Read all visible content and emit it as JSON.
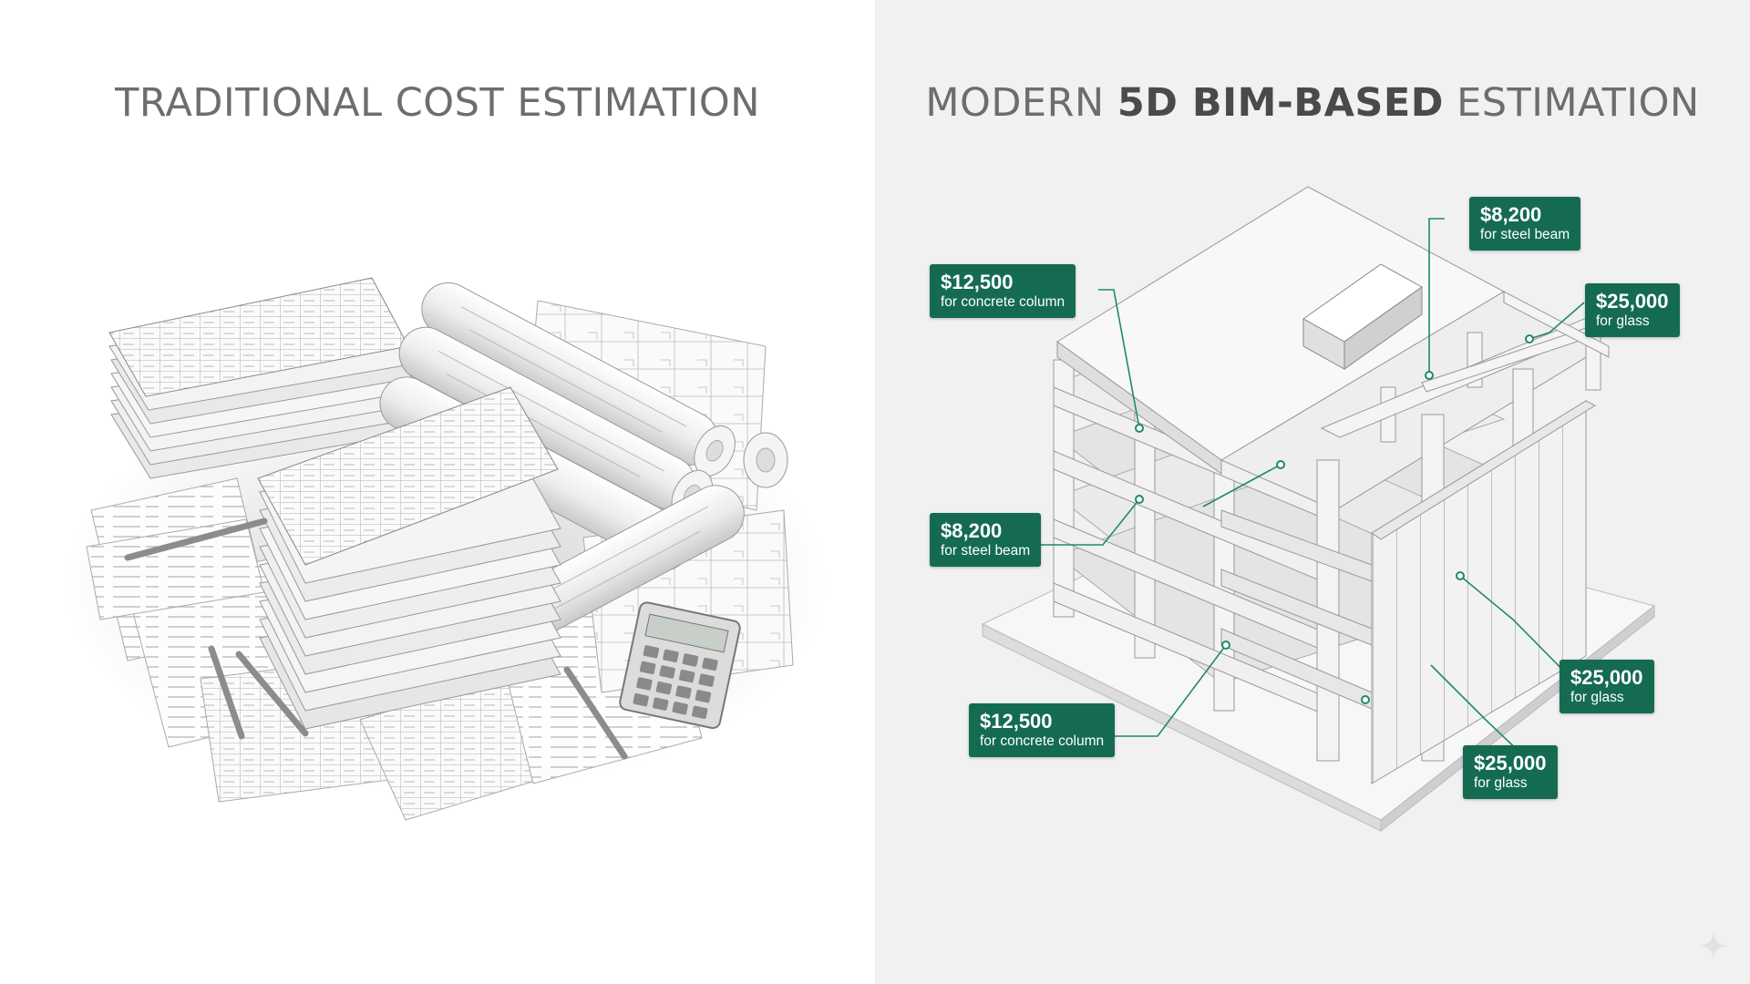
{
  "left": {
    "title": "TRADITIONAL COST ESTIMATION"
  },
  "right": {
    "title_prefix": "MODERN ",
    "title_strong": "5D BIM-BASED",
    "title_suffix": " ESTIMATION",
    "tags": [
      {
        "amount": "$12,500",
        "description": "for concrete column"
      },
      {
        "amount": "$8,200",
        "description": "for steel beam"
      },
      {
        "amount": "$25,000",
        "description": "for glass"
      },
      {
        "amount": "$8,200",
        "description": "for steel beam"
      },
      {
        "amount": "$12,500",
        "description": "for concrete column"
      },
      {
        "amount": "$25,000",
        "description": "for glass"
      },
      {
        "amount": "$25,000",
        "description": "for glass"
      }
    ]
  },
  "colors": {
    "tag_green": "#146b52",
    "leader_green": "#1f8a66",
    "title_gray": "#6d6d6d"
  },
  "icons": {
    "corner": "sparkle-icon"
  }
}
